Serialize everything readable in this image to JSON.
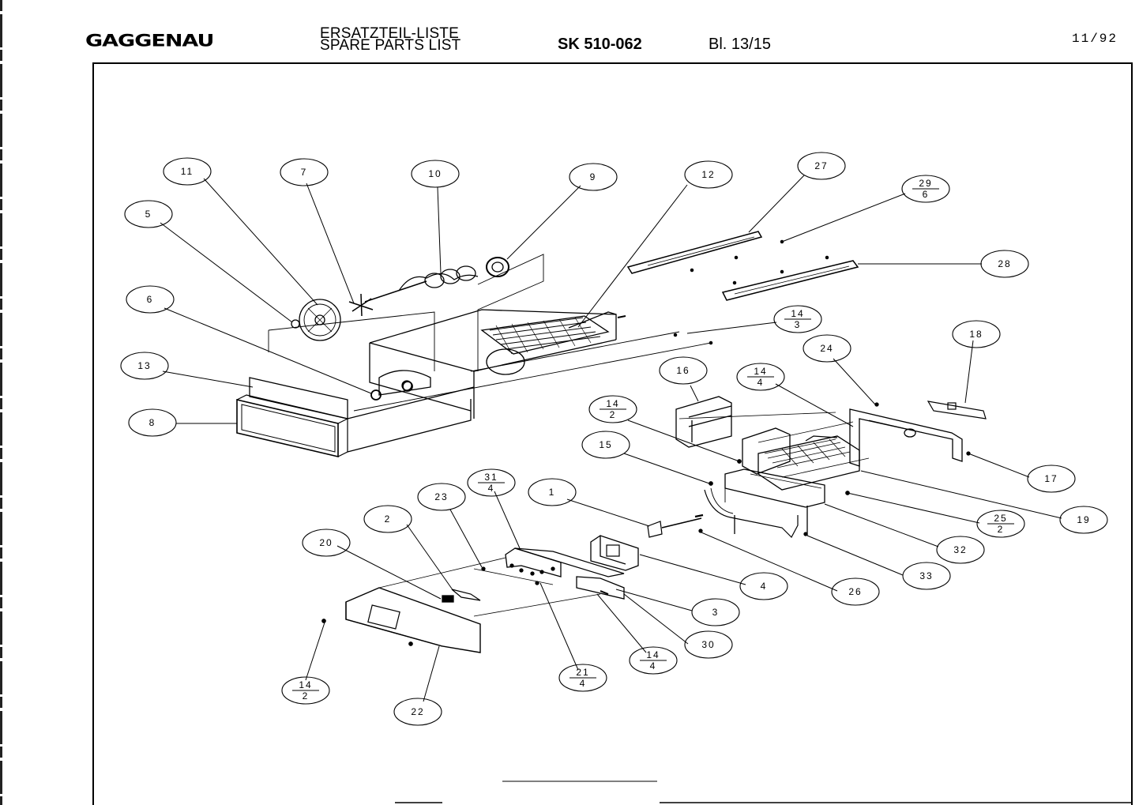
{
  "header": {
    "brand": "GAGGENAU",
    "subtitle_de": "ERSATZTEIL-LISTE",
    "subtitle_en": "SPARE PARTS LIST",
    "model": "SK 510-062",
    "sheet": "Bl. 13/15",
    "date": "11/92"
  },
  "callouts": [
    {
      "id": "11",
      "label": "11"
    },
    {
      "id": "7",
      "label": "7"
    },
    {
      "id": "10",
      "label": "10"
    },
    {
      "id": "9",
      "label": "9"
    },
    {
      "id": "12",
      "label": "12"
    },
    {
      "id": "27",
      "label": "27"
    },
    {
      "id": "29-6",
      "label": "29",
      "sub": "6"
    },
    {
      "id": "5",
      "label": "5"
    },
    {
      "id": "28",
      "label": "28"
    },
    {
      "id": "6",
      "label": "6"
    },
    {
      "id": "14-3",
      "label": "14",
      "sub": "3"
    },
    {
      "id": "18",
      "label": "18"
    },
    {
      "id": "13",
      "label": "13"
    },
    {
      "id": "24",
      "label": "24"
    },
    {
      "id": "16",
      "label": "16"
    },
    {
      "id": "14-4a",
      "label": "14",
      "sub": "4"
    },
    {
      "id": "8",
      "label": "8"
    },
    {
      "id": "14-2a",
      "label": "14",
      "sub": "2"
    },
    {
      "id": "15",
      "label": "15"
    },
    {
      "id": "17",
      "label": "17"
    },
    {
      "id": "31-4",
      "label": "31",
      "sub": "4"
    },
    {
      "id": "23",
      "label": "23"
    },
    {
      "id": "1",
      "label": "1"
    },
    {
      "id": "2",
      "label": "2"
    },
    {
      "id": "25-2",
      "label": "25",
      "sub": "2"
    },
    {
      "id": "19",
      "label": "19"
    },
    {
      "id": "20",
      "label": "20"
    },
    {
      "id": "32",
      "label": "32"
    },
    {
      "id": "4",
      "label": "4"
    },
    {
      "id": "26",
      "label": "26"
    },
    {
      "id": "33",
      "label": "33"
    },
    {
      "id": "3",
      "label": "3"
    },
    {
      "id": "30",
      "label": "30"
    },
    {
      "id": "14-4b",
      "label": "14",
      "sub": "4"
    },
    {
      "id": "21-4",
      "label": "21",
      "sub": "4"
    },
    {
      "id": "14-2b",
      "label": "14",
      "sub": "2"
    },
    {
      "id": "22",
      "label": "22"
    }
  ]
}
